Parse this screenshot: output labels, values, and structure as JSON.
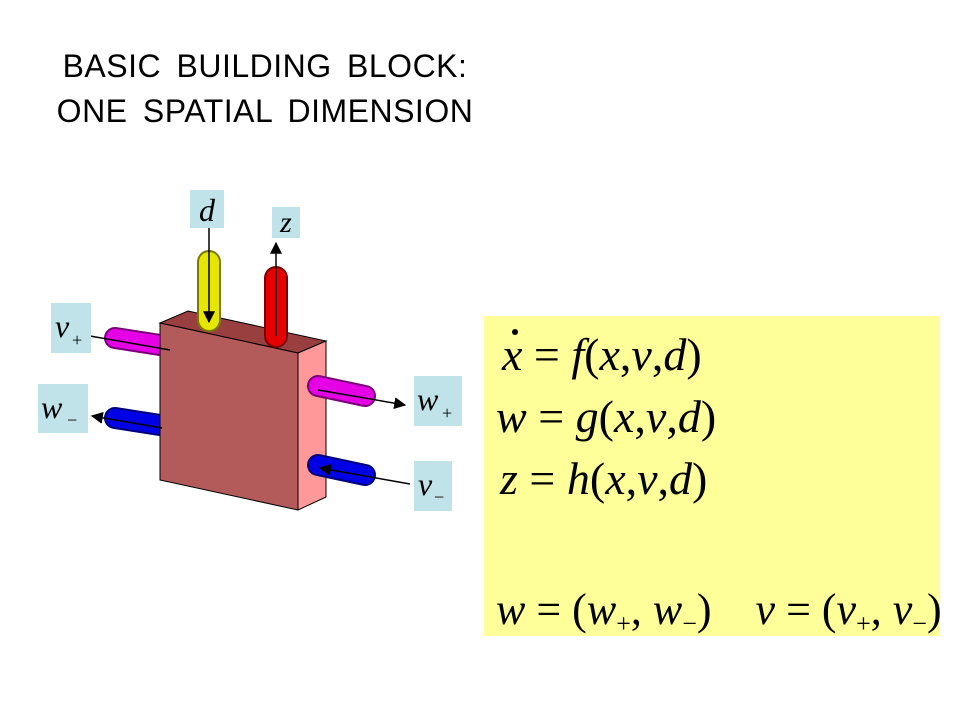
{
  "title": {
    "line1": "BASIC  BUILDING  BLOCK:",
    "line2": "ONE  SPATIAL  DIMENSION"
  },
  "labels": {
    "d": "d",
    "z": "z",
    "v_plus_base": "v",
    "v_plus_sub": "+",
    "w_minus_base": "w",
    "w_minus_sub": "−",
    "w_plus_base": "w",
    "w_plus_sub": "+",
    "v_minus_base": "v",
    "v_minus_sub": "−"
  },
  "colors": {
    "block_front": "#b35b5b",
    "block_side": "#ff9999",
    "block_top": "#993f3f",
    "input_d": "#e6e600",
    "output_z": "#e60000",
    "magenta_pipe": "#e600e6",
    "blue_pipe": "#0000e6",
    "label_box": "#bfe3e8",
    "equation_panel": "#ffff99"
  },
  "equations": [
    "ẋ = f(x,v,d)",
    "w = g(x,v,d)",
    "z = h(x,v,d)",
    "w = (w+, w−)    v = (v+, v−)"
  ]
}
